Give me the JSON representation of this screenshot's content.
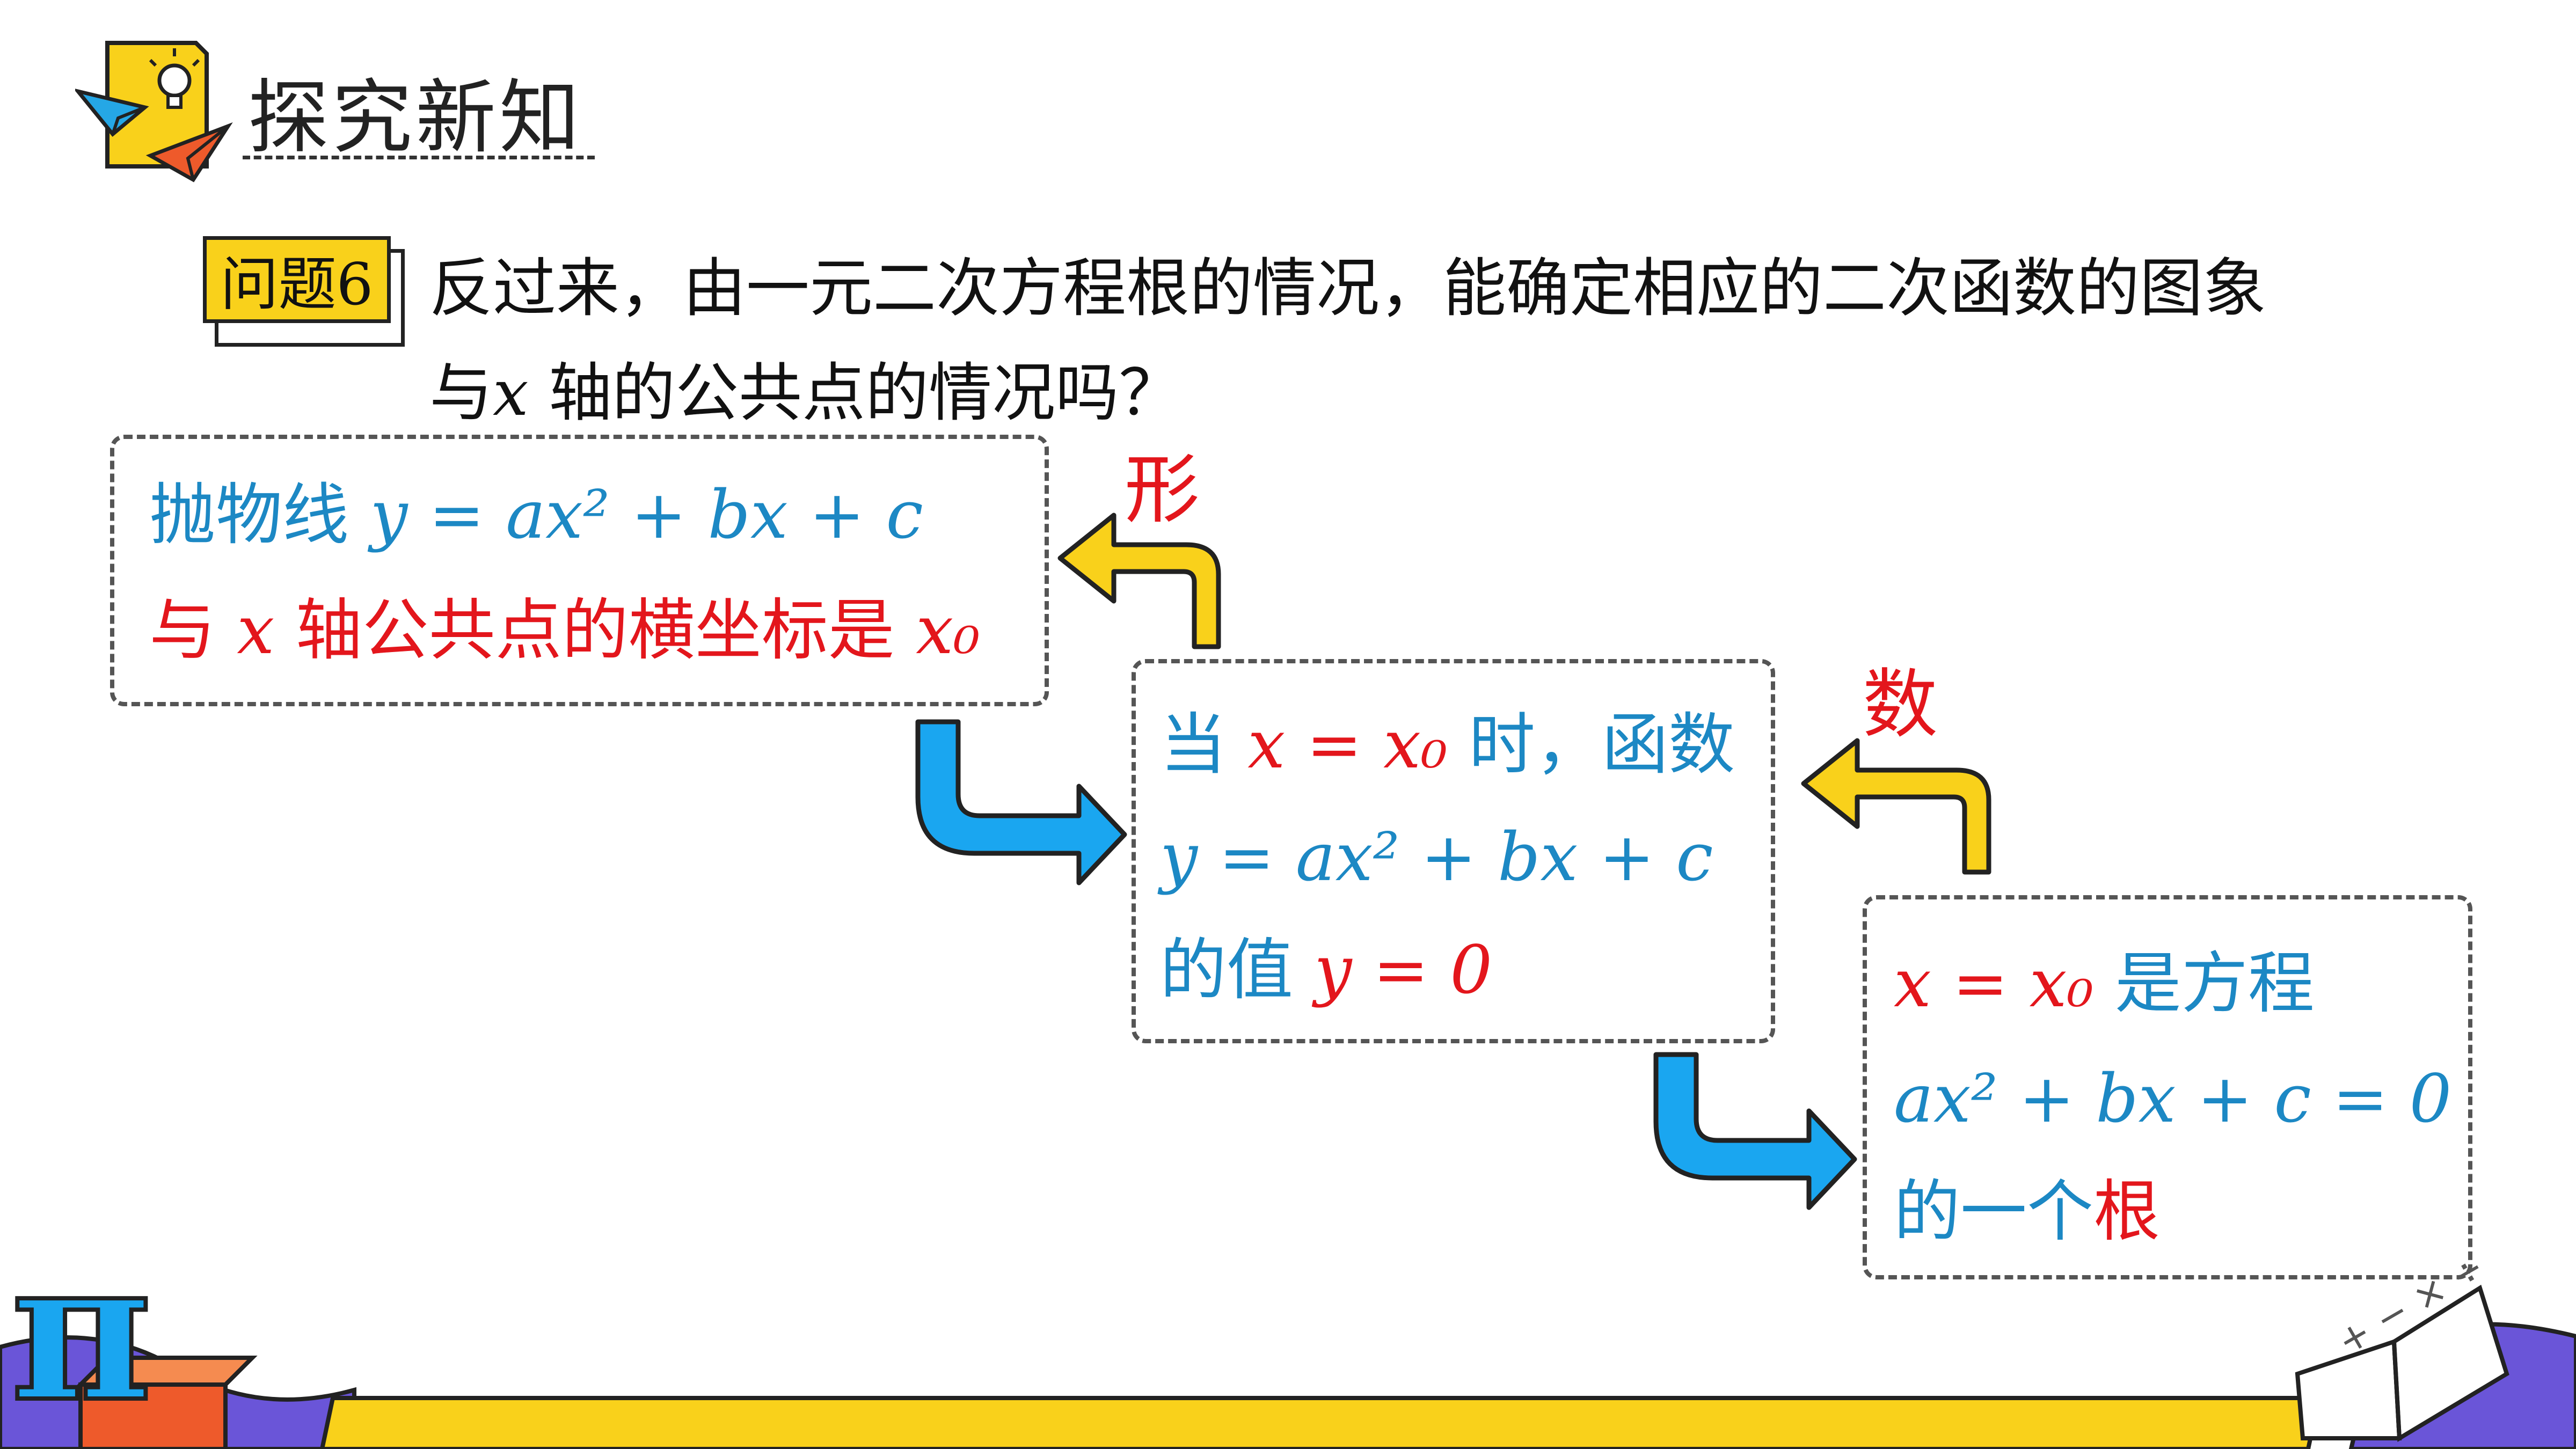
{
  "header": {
    "title": "探究新知",
    "icon": "paper-plane-lightbulb-icon"
  },
  "question": {
    "badge": "问题6",
    "line1": "反过来，由一元二次方程根的情况，能确定相应的二次函数的图象",
    "line2_prefix": "与",
    "line2_var": "x",
    "line2_suffix": " 轴的公共点的情况吗？"
  },
  "box1": {
    "line1_text": "抛物线 ",
    "line1_formula": "y = ax² + bx + c",
    "line2_text_a": "与 ",
    "line2_var": "x",
    "line2_text_b": " 轴公共点的横坐标是 ",
    "line2_end": "x₀"
  },
  "box2": {
    "line1_text_a": "当 ",
    "line1_formula": "x = x₀",
    "line1_text_b": " 时，函数",
    "line2_formula": "y = ax² + bx + c",
    "line3_text": "的值 ",
    "line3_formula": "y = 0"
  },
  "box3": {
    "line1_formula": "x = x₀",
    "line1_text": " 是方程",
    "line2_formula": "ax² + bx + c = 0",
    "line3_text_a": "的一个",
    "line3_text_b": "根"
  },
  "labels": {
    "shape": "形",
    "number": "数"
  },
  "colors": {
    "blue_text": "#1c88c4",
    "red_text": "#e3161c",
    "yellow_arrow": "#f9d11b",
    "blue_arrow": "#1aa6f0",
    "badge": "#f9d11b"
  },
  "decor": {
    "pi_symbol": "π",
    "book_symbols": "+ − × ÷"
  }
}
